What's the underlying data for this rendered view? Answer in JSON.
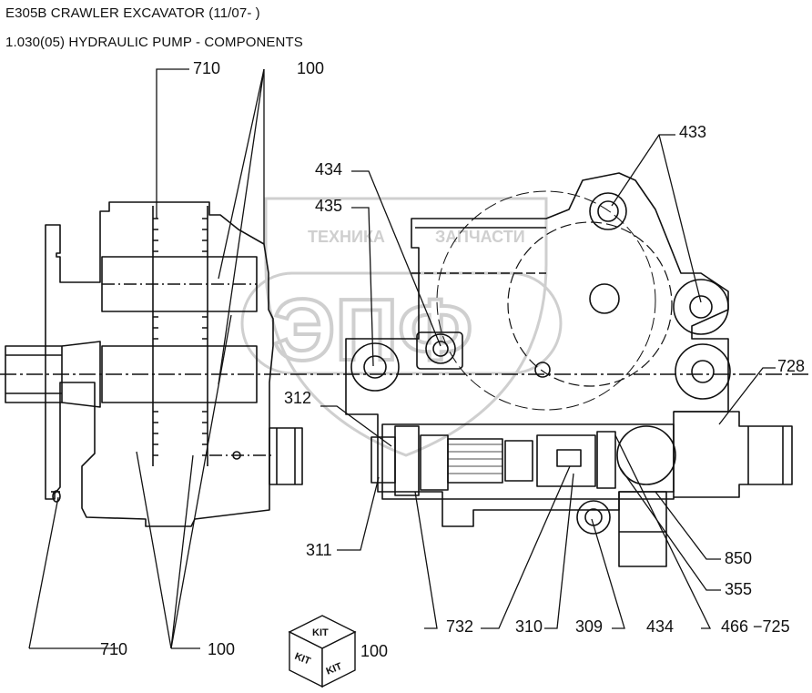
{
  "header": {
    "title": "E305B CRAWLER EXCAVATOR (11/07- )",
    "subtitle": "1.030(05) HYDRAULIC PUMP - COMPONENTS"
  },
  "watermark": {
    "line1": "ТЕХНИКА",
    "line2": "ЗАПЧАСТИ",
    "logo": "ЭПФ"
  },
  "callouts": {
    "c710_top": "710",
    "c100_top": "100",
    "c433": "433",
    "c434_top": "434",
    "c435": "435",
    "c728": "728",
    "c312": "312",
    "c311": "311",
    "c850": "850",
    "c355": "355",
    "c710_bottom": "710",
    "c100_bottom": "100",
    "c732": "732",
    "c310": "310",
    "c309": "309",
    "c434_bottom": "434",
    "c466_725": "466 −725",
    "c100_kit": "100"
  },
  "kit": {
    "face_top": "KIT",
    "face_left": "KIT",
    "face_right": "KIT"
  },
  "colors": {
    "line": "#111111",
    "watermark": "#c8c8c8"
  }
}
